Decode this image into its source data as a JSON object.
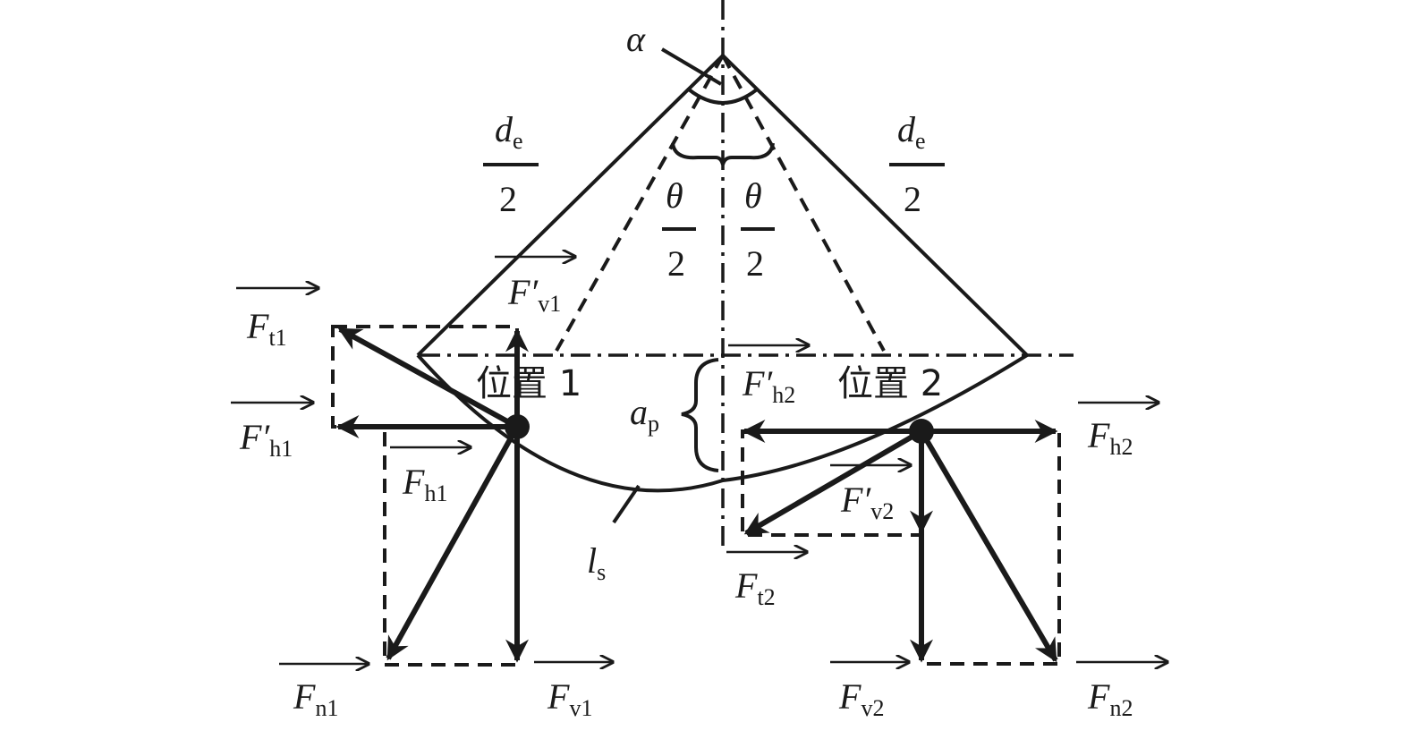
{
  "labels": {
    "alpha": "α",
    "de": "d",
    "de_sub": "e",
    "two": "2",
    "theta": "θ",
    "ap": "a",
    "ap_sub": "p",
    "ls": "l",
    "ls_sub": "s",
    "pos1": "位置 1",
    "pos2": "位置 2",
    "F": "F",
    "Fp": "F′",
    "t1": "t1",
    "h1": "h1",
    "n1": "n1",
    "v1": "v1",
    "t2": "t2",
    "h2": "h2",
    "n2": "n2",
    "v2": "v2"
  },
  "colors": {
    "ink": "#1a1a1a",
    "background": "#ffffff"
  }
}
